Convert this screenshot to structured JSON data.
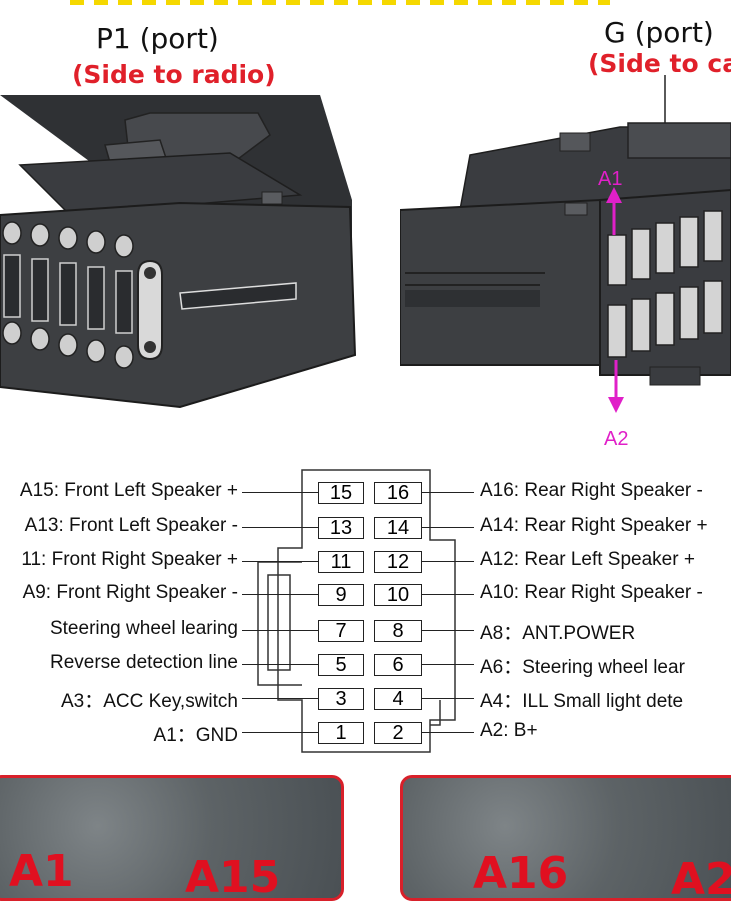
{
  "p1": {
    "title": "P1 (port)",
    "subtitle": "(Side to radio)"
  },
  "g": {
    "title": "G (port)",
    "subtitle": "(Side to ca",
    "arrow_top": "A1",
    "arrow_bottom": "A2"
  },
  "pins": {
    "rows": [
      {
        "left_pin": "15",
        "right_pin": "16",
        "left_label": "A15: Front Left Speaker +",
        "right_label": "A16: Rear Right Speaker -"
      },
      {
        "left_pin": "13",
        "right_pin": "14",
        "left_label": "A13: Front Left Speaker -",
        "right_label": "A14: Rear Right Speaker +"
      },
      {
        "left_pin": "11",
        "right_pin": "12",
        "left_label": "11: Front Right Speaker +",
        "right_label": "A12: Rear Left Speaker +"
      },
      {
        "left_pin": "9",
        "right_pin": "10",
        "left_label": "A9: Front Right Speaker -",
        "right_label": "A10: Rear Right Speaker -"
      },
      {
        "left_pin": "7",
        "right_pin": "8",
        "left_label": "Steering wheel learing",
        "right_label": "A8：ANT.POWER"
      },
      {
        "left_pin": "5",
        "right_pin": "6",
        "left_label": "Reverse detection line",
        "right_label": "A6：Steering wheel lear"
      },
      {
        "left_pin": "3",
        "right_pin": "4",
        "left_label": "A3：ACC Key,switch",
        "right_label": "A4：ILL   Small light dete"
      },
      {
        "left_pin": "1",
        "right_pin": "2",
        "left_label": "A1：GND",
        "right_label": "A2: B+"
      }
    ]
  },
  "photos": {
    "left_a": "A1",
    "left_b": "A15",
    "right_a": "A16",
    "right_b": "A2"
  },
  "colors": {
    "red": "#e0202a",
    "magenta": "#e020c8",
    "body": "#3d3f42",
    "yellow": "#f5d800"
  }
}
